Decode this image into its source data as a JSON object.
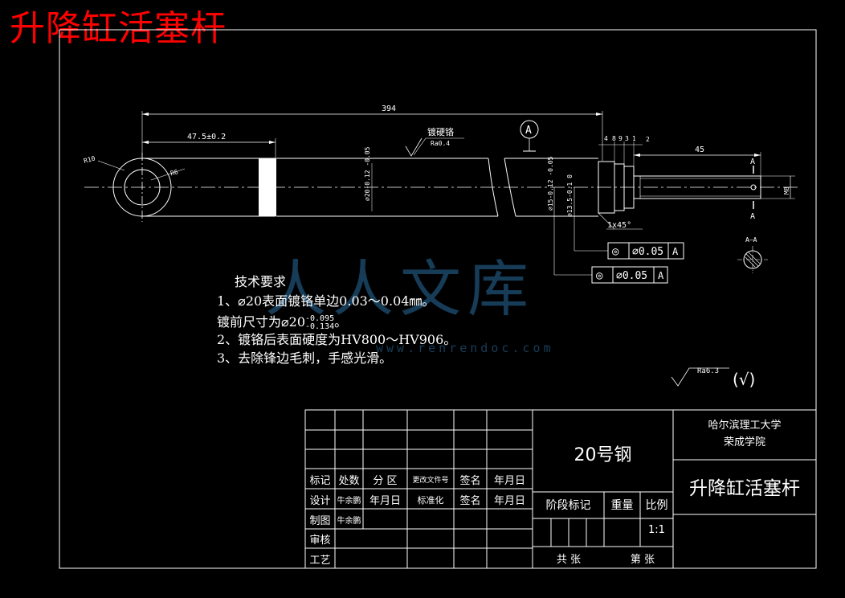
{
  "title": "升降缸活塞杆",
  "dimensions": {
    "total_length": "394",
    "eye_offset": "47.5±0.2",
    "chrome_label": "镀硬铬",
    "roughness_ra04": "Ra0.4",
    "datum_a": "A",
    "d4": "4",
    "d8": "8",
    "d93": "9",
    "d3": "3",
    "d1": "1",
    "d2": "2",
    "d45": "45",
    "r10": "R10",
    "r6": "R6",
    "dia20": "⌀20-0.12 -0.05",
    "dia15": "⌀15-0.12 -0.05",
    "dia135": "⌀13.5-0.1 0",
    "m8": "M8",
    "chamfer": "1x45°",
    "section_a_top": "A",
    "section_a_bottom": "A",
    "section_label": "A—A"
  },
  "tolerances": [
    {
      "symbol": "◎",
      "value": "∅0.05",
      "datum": "A"
    },
    {
      "symbol": "◎",
      "value": "∅0.05",
      "datum": "A"
    }
  ],
  "tech_requirements": {
    "heading": "技术要求",
    "line1": "1、⌀20表面镀铬单边0.03～0.04㎜。",
    "line2": "镀前尺寸为⌀20",
    "line2_upper": "-0.095",
    "line2_lower": "-0.134",
    "line2_end": "。",
    "line3": "2、镀铬后表面硬度为HV800～HV906。",
    "line4": "3、去除锋边毛刺，手感光滑。"
  },
  "roughness_general": "Ra6.3",
  "roughness_paren": "(√)",
  "watermark": {
    "text": "人人文库",
    "url": "www.renrendoc.com"
  },
  "title_block": {
    "labels_row1": [
      "标记",
      "处数",
      "分 区",
      "更改文件号",
      "签名",
      "年月日"
    ],
    "labels_row2": [
      "设计",
      "牛余鹏",
      "年月日",
      "标准化",
      "签名",
      "年月日"
    ],
    "zhitu": "制图",
    "zhitu_name": "牛余鹏",
    "shenhe": "审核",
    "gongyi": "工艺",
    "material": "20号钢",
    "stage_mark": "阶段标记",
    "weight": "重量",
    "scale_label": "比例",
    "scale": "1:1",
    "sheets": "共   张",
    "sheet_no": "第   张",
    "school1": "哈尔滨理工大学",
    "school2": "荣成学院",
    "part_name": "升降缸活塞杆"
  }
}
